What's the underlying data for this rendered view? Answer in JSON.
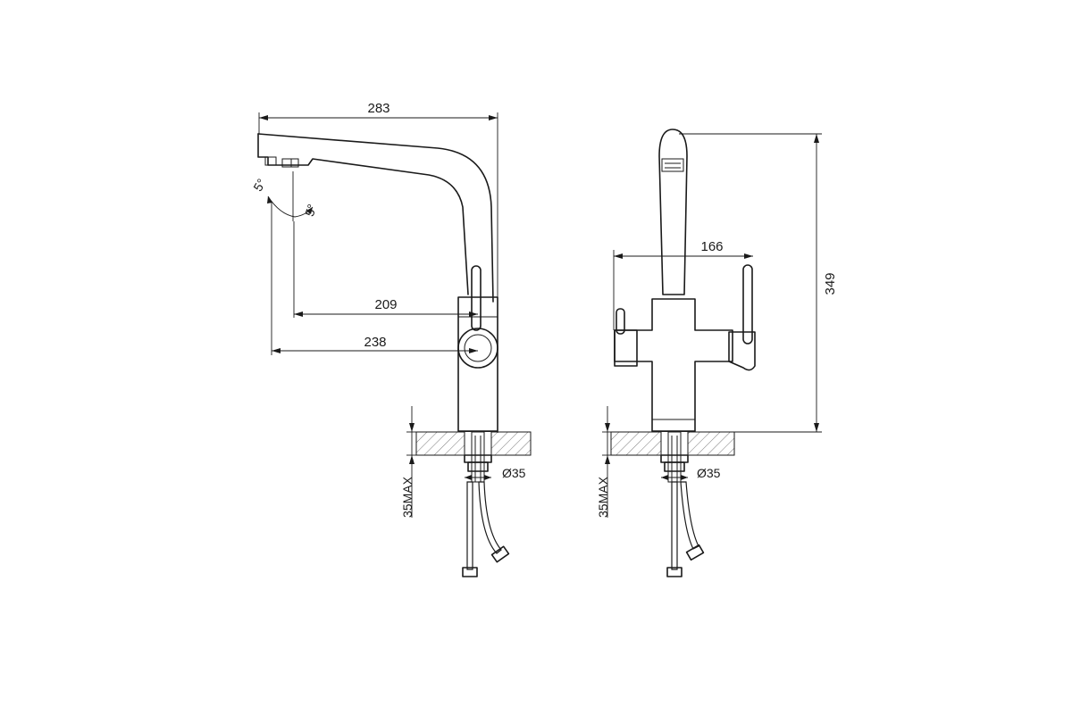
{
  "dimensions": {
    "side_total_length": "283",
    "side_reach_209": "209",
    "side_reach_238": "238",
    "swivel_angle_left": "5°",
    "swivel_angle_right": "5°",
    "side_thread_diameter": "Ø35",
    "side_max_thickness": "35MAX",
    "front_width": "166",
    "front_height": "349",
    "front_thread_diameter": "Ø35",
    "front_max_thickness": "35MAX"
  },
  "colors": {
    "line": "#1a1a1a",
    "surface": "#f2f2f2"
  }
}
